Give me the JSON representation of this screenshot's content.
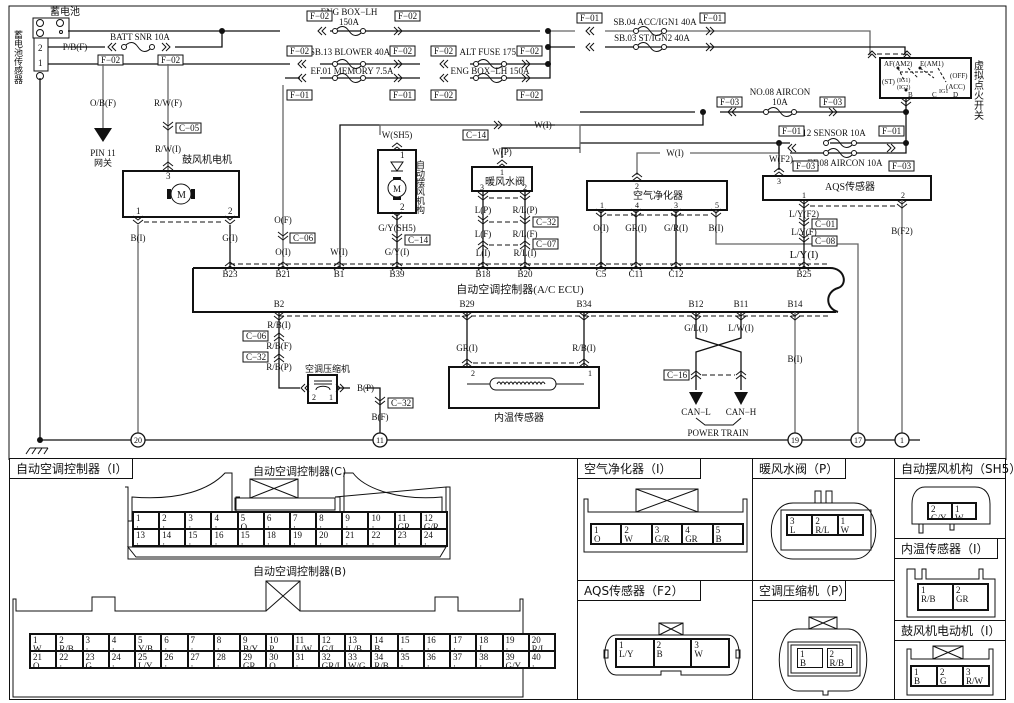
{
  "diagram": {
    "battery": {
      "label": "蓄电池",
      "sensor_label": "蓄电池传感器",
      "pins": [
        "2",
        "1"
      ]
    },
    "fuses": {
      "batt_snr": "BATT SNR 10A",
      "eng_box_top": [
        "ENG BOX−LH",
        "150A"
      ],
      "sb13": "SB.13 BLOWER 40A",
      "ef01": "EF.01 MEMORY 7.5A",
      "alt": "ALT FUSE 175A",
      "eng_box_mid": "ENG BOX−LH 150A",
      "sb04": "SB.04 ACC/IGN1 40A",
      "sb03": "SB.03 ST/IGN2 40A",
      "no08": [
        "NO.08 AIRCON",
        "10A"
      ],
      "ef12": "EF.12 SENSOR 10A",
      "ef08": "EF.08 AIRCON 10A"
    },
    "ignition_switch": {
      "label": "虚拟点火开关",
      "terminals": [
        "A",
        "F(AM2)",
        "E(AM1)",
        "(ST)",
        "(OFF)",
        "(IG1)",
        "(IG2)",
        "(ACC)",
        "B",
        "C",
        "IG1",
        "D"
      ]
    },
    "connector_tags": {
      "f01": "F−01",
      "f02": "F−02",
      "f03": "F−03",
      "c01": "C−01",
      "c05": "C−05",
      "c06": "C−06",
      "c07": "C−07",
      "c08": "C−08",
      "c14": "C−14",
      "c16": "C−16",
      "c32": "C−32"
    },
    "wires": {
      "pbf": "P/B(F)",
      "obf": "O/B(F)",
      "rwf": "R/W(F)",
      "rwi": "R/W(I)",
      "of": "O(F)",
      "oi": "O(I)",
      "wi": "W(I)",
      "wsh5": "W(SH5)",
      "gysh5": "G/Y(SH5)",
      "gyi": "G/Y(I)",
      "wp": "W(P)",
      "lp": "L(P)",
      "rlp": "R/L(P)",
      "lf": "L(F)",
      "rlf": "R/L(F)",
      "li": "L(I)",
      "rli": "R/L(I)",
      "bi": "B(I)",
      "gi": "G(I)",
      "gri": "GR(I)",
      "grri": "G/R(I)",
      "wf2": "W(F2)",
      "lyf2": "L/Y(F2)",
      "lyf": "L/Y(F)",
      "lyi": "L/Y(I)",
      "bf2": "B(F2)",
      "rbi": "R/B(I)",
      "rbf": "R/B(F)",
      "rbp": "R/B(P)",
      "bp": "B(P)",
      "bf": "B(F)",
      "gli": "G/L(I)",
      "lwi": "L/W(I)"
    },
    "components": {
      "pin11": [
        "PIN 11",
        "网关"
      ],
      "blower": "鼓风机电机",
      "swing": "自动摆风机构",
      "heater_valve": "暖风水阀",
      "purifier": "空气净化器",
      "aqs": "AQS传感器",
      "ecu": "自动空调控制器(A/C ECU)",
      "compressor": "空调压缩机",
      "temp_sensor": "内温传感器",
      "can_l": "CAN−L",
      "can_h": "CAN−H",
      "power_train": "POWER TRAIN",
      "motor": "M"
    },
    "ecu_pins_top": [
      "B23",
      "B21",
      "B1",
      "B39",
      "B18",
      "B20",
      "C5",
      "C11",
      "C12",
      "B25"
    ],
    "ecu_pins_bottom": [
      "B2",
      "B29",
      "B34",
      "B12",
      "B11",
      "B14"
    ],
    "grounds": [
      "20",
      "11",
      "19",
      "17",
      "1"
    ]
  },
  "panels": {
    "ecu_i": {
      "title": "自动空调控制器（I）",
      "c_label": "自动空调控制器(C)",
      "b_label": "自动空调控制器(B)",
      "c_pins": [
        [
          "1",
          "·"
        ],
        [
          "2",
          "·"
        ],
        [
          "3",
          "·"
        ],
        [
          "4",
          "·"
        ],
        [
          "5",
          "O"
        ],
        [
          "6",
          "·"
        ],
        [
          "7",
          "·"
        ],
        [
          "8",
          "·"
        ],
        [
          "9",
          "·"
        ],
        [
          "10",
          "·"
        ],
        [
          "11",
          "GR"
        ],
        [
          "12",
          "G/R"
        ],
        [
          "13",
          "·"
        ],
        [
          "14",
          "·"
        ],
        [
          "15",
          "·"
        ],
        [
          "16",
          "·"
        ],
        [
          "15",
          "·"
        ],
        [
          "18",
          "·"
        ],
        [
          "19",
          "·"
        ],
        [
          "20",
          "·"
        ],
        [
          "21",
          "·"
        ],
        [
          "22",
          "·"
        ],
        [
          "23",
          "·"
        ],
        [
          "24",
          "·"
        ]
      ],
      "b_pins": [
        [
          "1",
          "W"
        ],
        [
          "2",
          "R/B"
        ],
        [
          "3",
          "·"
        ],
        [
          "4",
          "·"
        ],
        [
          "5",
          "Y/B"
        ],
        [
          "6",
          "·"
        ],
        [
          "7",
          "·"
        ],
        [
          "8",
          "·"
        ],
        [
          "9",
          "B/Y"
        ],
        [
          "10",
          "P"
        ],
        [
          "11",
          "L/W"
        ],
        [
          "12",
          "G/L"
        ],
        [
          "13",
          "L/B"
        ],
        [
          "14",
          "B"
        ],
        [
          "15",
          "·"
        ],
        [
          "16",
          "·"
        ],
        [
          "17",
          "·"
        ],
        [
          "18",
          "L"
        ],
        [
          "19",
          "·"
        ],
        [
          "20",
          "R/L"
        ],
        [
          "21",
          "O"
        ],
        [
          "22",
          "·"
        ],
        [
          "23",
          "G"
        ],
        [
          "24",
          "·"
        ],
        [
          "25",
          "L/Y"
        ],
        [
          "26",
          "·"
        ],
        [
          "27",
          "·"
        ],
        [
          "28",
          "·"
        ],
        [
          "29",
          "GR"
        ],
        [
          "30",
          "O"
        ],
        [
          "31",
          "·"
        ],
        [
          "32",
          "GR/L"
        ],
        [
          "33",
          "W/G"
        ],
        [
          "34",
          "R/B"
        ],
        [
          "35",
          "·"
        ],
        [
          "36",
          "·"
        ],
        [
          "37",
          "·"
        ],
        [
          "38",
          "·"
        ],
        [
          "39",
          "G/Y"
        ],
        [
          "40",
          "·"
        ]
      ]
    },
    "purifier": {
      "title": "空气净化器（I）",
      "pins": [
        [
          "1",
          "O"
        ],
        [
          "2",
          "W"
        ],
        [
          "3",
          "G/R"
        ],
        [
          "4",
          "GR"
        ],
        [
          "5",
          "B"
        ]
      ]
    },
    "heater_valve": {
      "title": "暖风水阀（P）",
      "pins": [
        [
          "3",
          "L"
        ],
        [
          "2",
          "R/L"
        ],
        [
          "1",
          "W"
        ]
      ]
    },
    "swing": {
      "title": "自动摆风机构（SH5）",
      "pins": [
        [
          "2",
          "G/Y"
        ],
        [
          "1",
          "W"
        ]
      ]
    },
    "temp_sensor": {
      "title": "内温传感器（I）",
      "pins": [
        [
          "1",
          "R/B"
        ],
        [
          "2",
          "GR"
        ]
      ]
    },
    "aqs": {
      "title": "AQS传感器（F2）",
      "pins": [
        [
          "1",
          "L/Y"
        ],
        [
          "2",
          "B"
        ],
        [
          "3",
          "W"
        ]
      ]
    },
    "compressor": {
      "title": "空调压缩机（P）",
      "pins": [
        [
          "1",
          "B"
        ],
        [
          "2",
          "R/B"
        ]
      ]
    },
    "blower": {
      "title": "鼓风机电动机（I）",
      "pins": [
        [
          "1",
          "B"
        ],
        [
          "2",
          "G"
        ],
        [
          "3",
          "R/W"
        ]
      ]
    }
  }
}
